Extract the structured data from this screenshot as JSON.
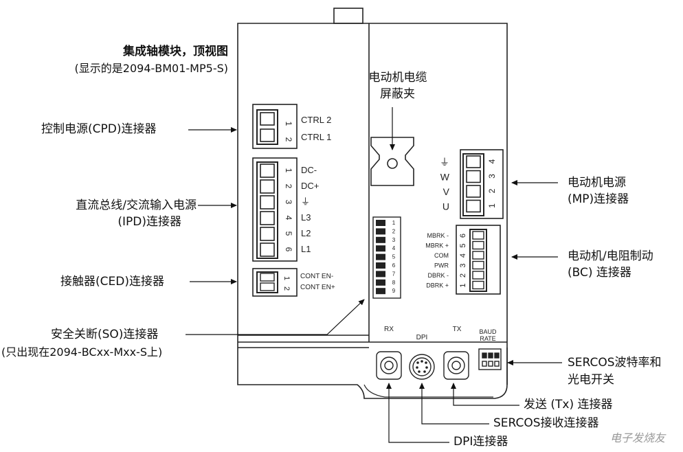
{
  "title": {
    "line1": "集成轴模块，顶视图",
    "line2": "(显示的是2094-BM01-MP5-S)"
  },
  "left_callouts": {
    "cpd": "控制电源(CPD)连接器",
    "ipd_line1": "直流总线/交流输入电源",
    "ipd_line2": "(IPD)连接器",
    "ced": "接触器(CED)连接器",
    "so_line1": "安全关断(SO)连接器",
    "so_line2": "(只出现在2094-BCxx-Mxx-S上)"
  },
  "right_callouts": {
    "shield_line1": "电动机电缆",
    "shield_line2": "屏蔽夹",
    "mp_line1": "电动机电源",
    "mp_line2": "(MP)连接器",
    "bc_line1": "电动机/电阻制动",
    "bc_line2": "(BC) 连接器",
    "sercos_line1": "SERCOS波特率和",
    "sercos_line2": "光电开关"
  },
  "bottom_callouts": {
    "tx": "发送 (Tx) 连接器",
    "rx": "SERCOS接收连接器",
    "dpi": "DPI连接器"
  },
  "module": {
    "ctrl_labels": [
      "CTRL 2",
      "CTRL 1"
    ],
    "ctrl_pins": [
      "1",
      "2"
    ],
    "ipd_labels": [
      "DC-",
      "DC+",
      "⏚",
      "L3",
      "L2",
      "L1"
    ],
    "ipd_pins": [
      "1",
      "2",
      "3",
      "4",
      "5",
      "6"
    ],
    "ced_labels": [
      "CONT EN-",
      "CONT EN+"
    ],
    "ced_pins": [
      "1",
      "2"
    ],
    "so_pins": [
      "1",
      "2",
      "3",
      "4",
      "5",
      "6",
      "7",
      "8",
      "9"
    ],
    "mp_labels": [
      "⏚",
      "W",
      "V",
      "U"
    ],
    "mp_pins": [
      "4",
      "3",
      "2",
      "1"
    ],
    "bc_labels": [
      "MBRK -",
      "MBRK +",
      "COM",
      "PWR",
      "DBRK -",
      "DBRK +"
    ],
    "bc_pins": [
      "6",
      "5",
      "4",
      "3",
      "2",
      "1"
    ],
    "port_rx": "RX",
    "port_dpi": "DPI",
    "port_tx": "TX",
    "baud_line1": "BAUD",
    "baud_line2": "RATE"
  },
  "watermark": "电子发烧友"
}
